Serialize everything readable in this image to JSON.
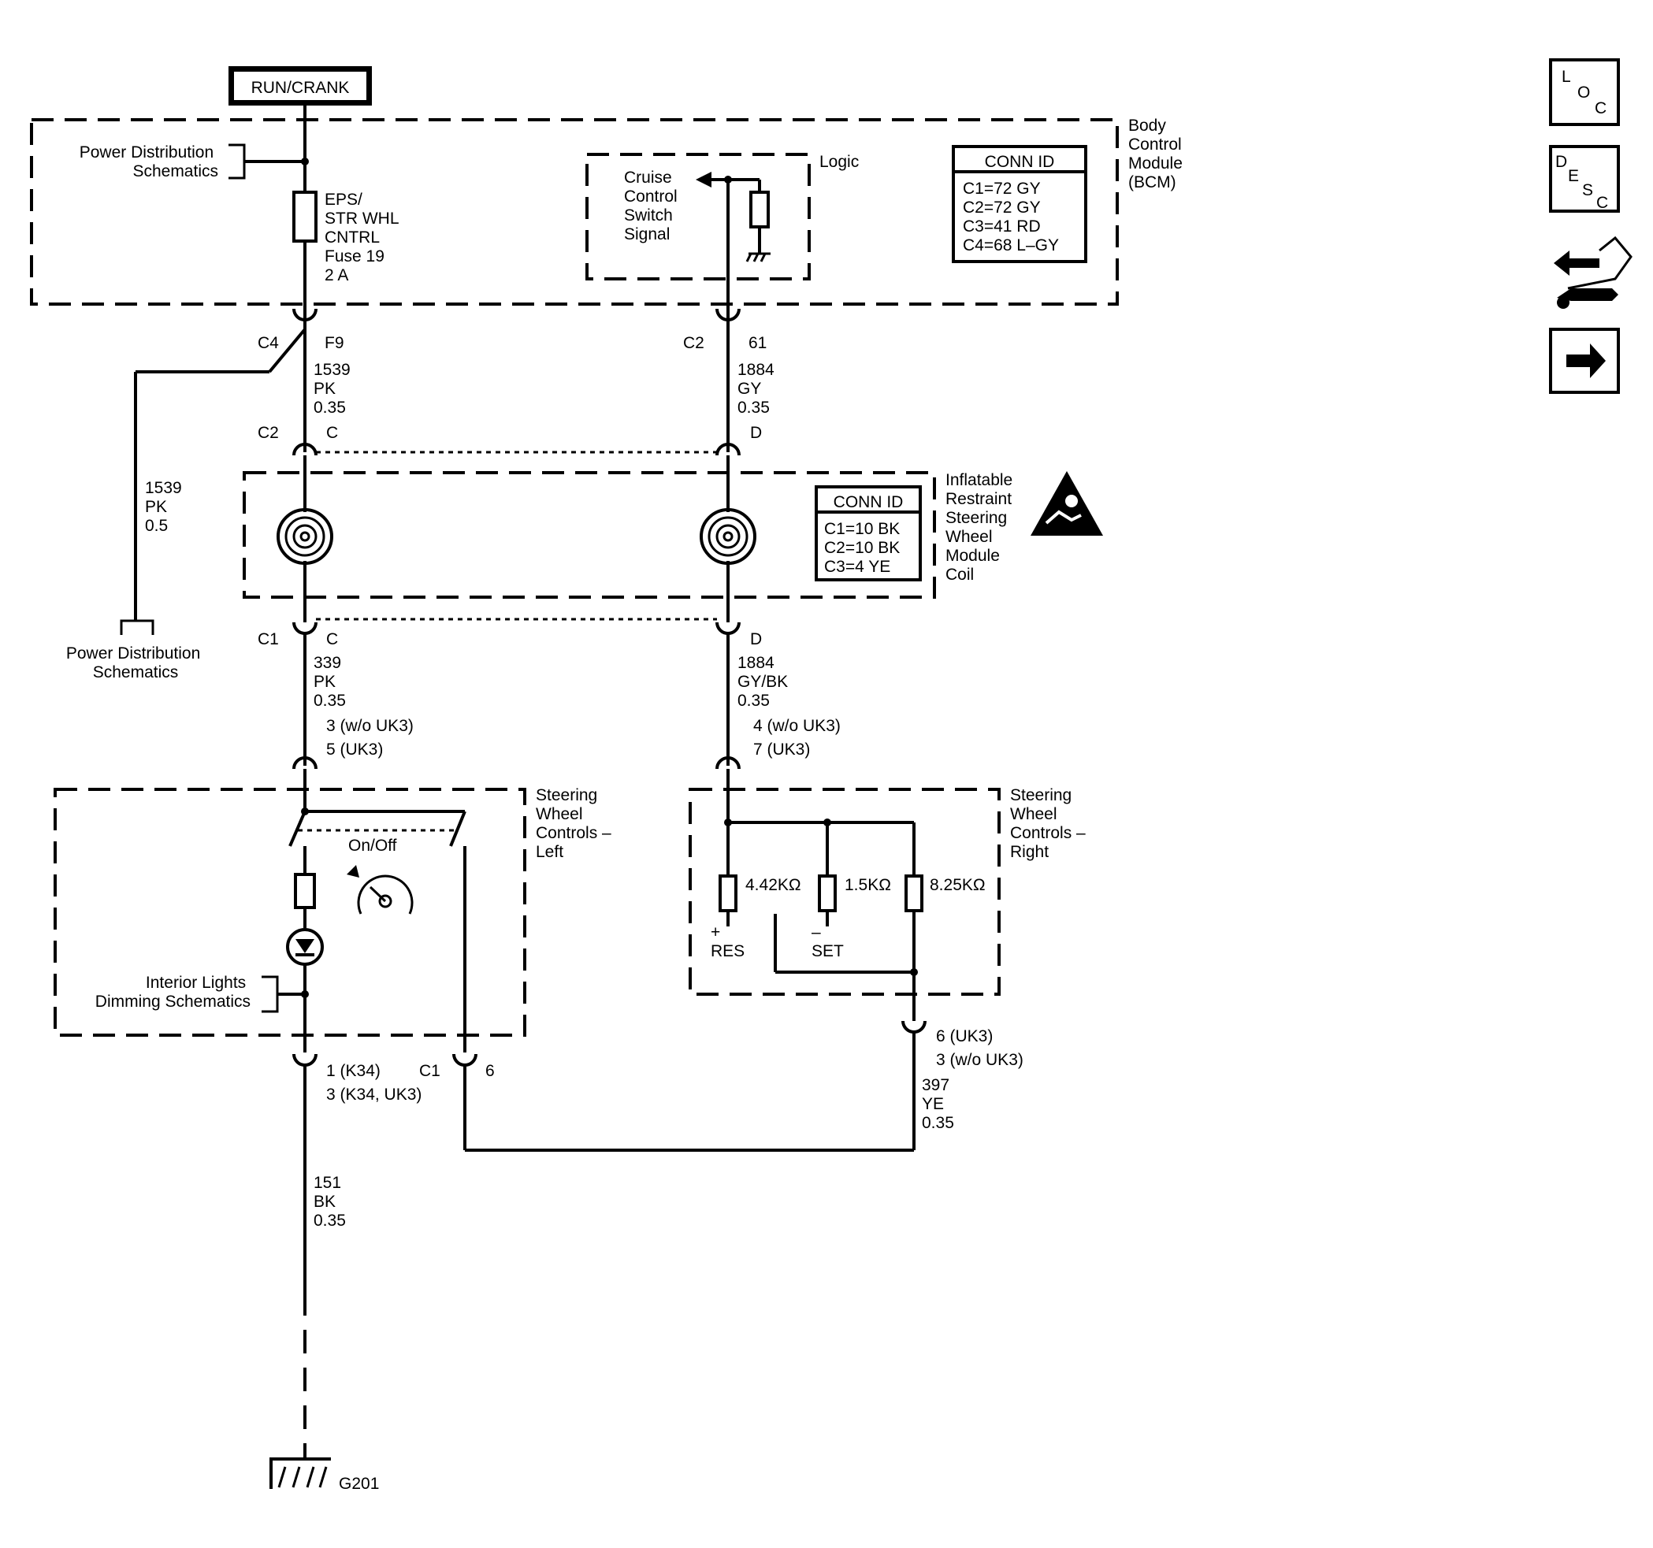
{
  "power_source": "RUN/CRANK",
  "bcm": {
    "label": [
      "Body",
      "Control",
      "Module",
      "(BCM)"
    ],
    "pds_label": [
      "Power Distribution",
      "Schematics"
    ],
    "fuse_label": [
      "EPS/",
      "STR WHL",
      "CNTRL",
      "Fuse 19",
      "2 A"
    ],
    "logic_label": "Logic",
    "cruise_label": [
      "Cruise",
      "Control",
      "Switch",
      "Signal"
    ],
    "conn_id": {
      "title": "CONN ID",
      "rows": [
        "C1=72 GY",
        "C2=72 GY",
        "C3=41 RD",
        "C4=68 L–GY"
      ]
    }
  },
  "connectors": {
    "bcm_left": {
      "conn": "C4",
      "pin": "F9"
    },
    "bcm_right": {
      "conn": "C2",
      "pin": "61"
    },
    "coil_top_left": {
      "conn": "C2",
      "pin": "C"
    },
    "coil_top_right": {
      "pin": "D"
    },
    "coil_bottom_left": {
      "conn": "C1",
      "pin": "C"
    },
    "coil_bottom_right": {
      "pin": "D"
    },
    "left_bottom": {
      "pins": [
        "1 (K34)",
        "3 (K34, UK3)"
      ],
      "conn": "C1",
      "pin2": "6"
    },
    "left_top": {
      "pins": [
        "3 (w/o UK3)",
        "5 (UK3)"
      ]
    },
    "right_top": {
      "pins": [
        "4 (w/o UK3)",
        "7 (UK3)"
      ]
    },
    "right_bottom": {
      "pins": [
        "6 (UK3)",
        "3 (w/o UK3)"
      ]
    }
  },
  "wires": {
    "w1539a": [
      "1539",
      "PK",
      "0.35"
    ],
    "w1884a": [
      "1884",
      "GY",
      "0.35"
    ],
    "w1539b": [
      "1539",
      "PK",
      "0.5"
    ],
    "w339": [
      "339",
      "PK",
      "0.35"
    ],
    "w1884b": [
      "1884",
      "GY/BK",
      "0.35"
    ],
    "w397": [
      "397",
      "YE",
      "0.35"
    ],
    "w151": [
      "151",
      "BK",
      "0.35"
    ]
  },
  "pds_bottom_label": [
    "Power Distribution",
    "Schematics"
  ],
  "coil": {
    "label": [
      "Inflatable",
      "Restraint",
      "Steering",
      "Wheel",
      "Module",
      "Coil"
    ],
    "conn_id": {
      "title": "CONN ID",
      "rows": [
        "C1=10 BK",
        "C2=10 BK",
        "C3=4 YE"
      ]
    }
  },
  "left_controls": {
    "label": [
      "Steering",
      "Wheel",
      "Controls –",
      "Left"
    ],
    "switch_label": "On/Off",
    "dimming_label": [
      "Interior Lights",
      "Dimming Schematics"
    ]
  },
  "right_controls": {
    "label": [
      "Steering",
      "Wheel",
      "Controls –",
      "Right"
    ],
    "resistors": [
      "4.42KΩ",
      "1.5KΩ",
      "8.25KΩ"
    ],
    "res_label": [
      "+",
      "RES"
    ],
    "set_label": [
      "–",
      "SET"
    ]
  },
  "ground": "G201",
  "nav": {
    "loc": [
      "L",
      "O",
      "C"
    ],
    "desc": [
      "D",
      "E",
      "S",
      "C"
    ],
    "next_icon": "arrow-right-icon",
    "diag_icon": "hand-wrench-icon"
  }
}
